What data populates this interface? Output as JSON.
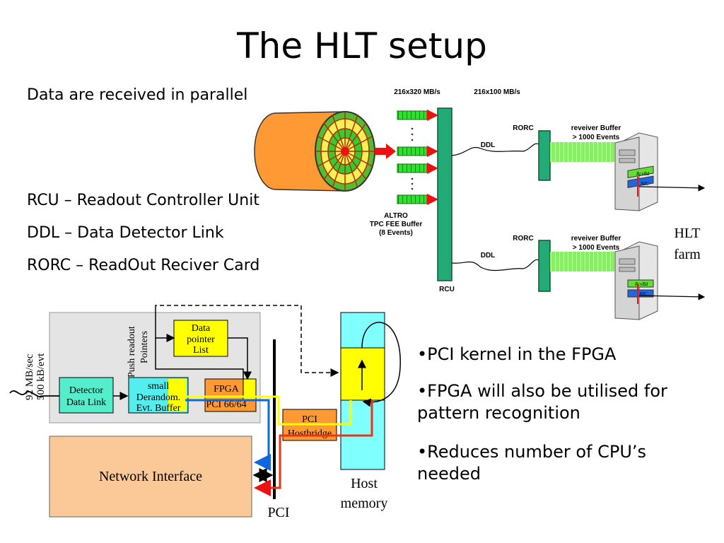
{
  "title": "The HLT setup",
  "left_text": {
    "parallel": "Data are received in parallel",
    "rcu": "RCU – Readout Controller Unit",
    "ddl": "DDL – Data Detector Link",
    "rorc": "RORC – ReadOut Reciver Card"
  },
  "bullets": [
    "•PCI kernel in the FPGA",
    "•FPGA will also be utilised for pattern recognition",
    "•Reduces number of CPU’s needed"
  ],
  "top_diagram": {
    "rate1": "216x320 MB/s",
    "rate2": "216x100 MB/s",
    "altro": [
      "ALTRO",
      "TPC FEE Buffer",
      "(8 Events)"
    ],
    "rcu": "RCU",
    "ddl": "DDL",
    "rorc": "RORC",
    "buffer": [
      "reveiver Buffer",
      "> 1000 Events"
    ],
    "hlt_farm": [
      "HLT",
      "farm"
    ],
    "pc_labels": [
      "RcvBd",
      "NIC"
    ]
  },
  "bottom_diagram": {
    "rate": [
      "92 MB/sec",
      "500 kB/evt"
    ],
    "push": [
      "Push readout",
      "Pointers"
    ],
    "data_pointer": [
      "Data",
      "pointer",
      "List"
    ],
    "detector": [
      "Detector",
      "Data Link"
    ],
    "derandom": [
      "small",
      "Derandom.",
      "Evt. Buffer"
    ],
    "fpga": [
      "FPGA",
      "PCI 66/64"
    ],
    "hostbridge": [
      "PCI",
      "Hostbridge"
    ],
    "network": "Network Interface",
    "host_memory": [
      "Host",
      "memory"
    ],
    "pci": "PCI"
  },
  "colors": {
    "cable_green": "#22aa77",
    "fee_green": "#33dd33",
    "orange": "#ff9933",
    "yellow": "#ffff00",
    "cyan": "#80ffff",
    "tan": "#fbc898",
    "red": "#ee1111",
    "blue": "#1166dd"
  }
}
